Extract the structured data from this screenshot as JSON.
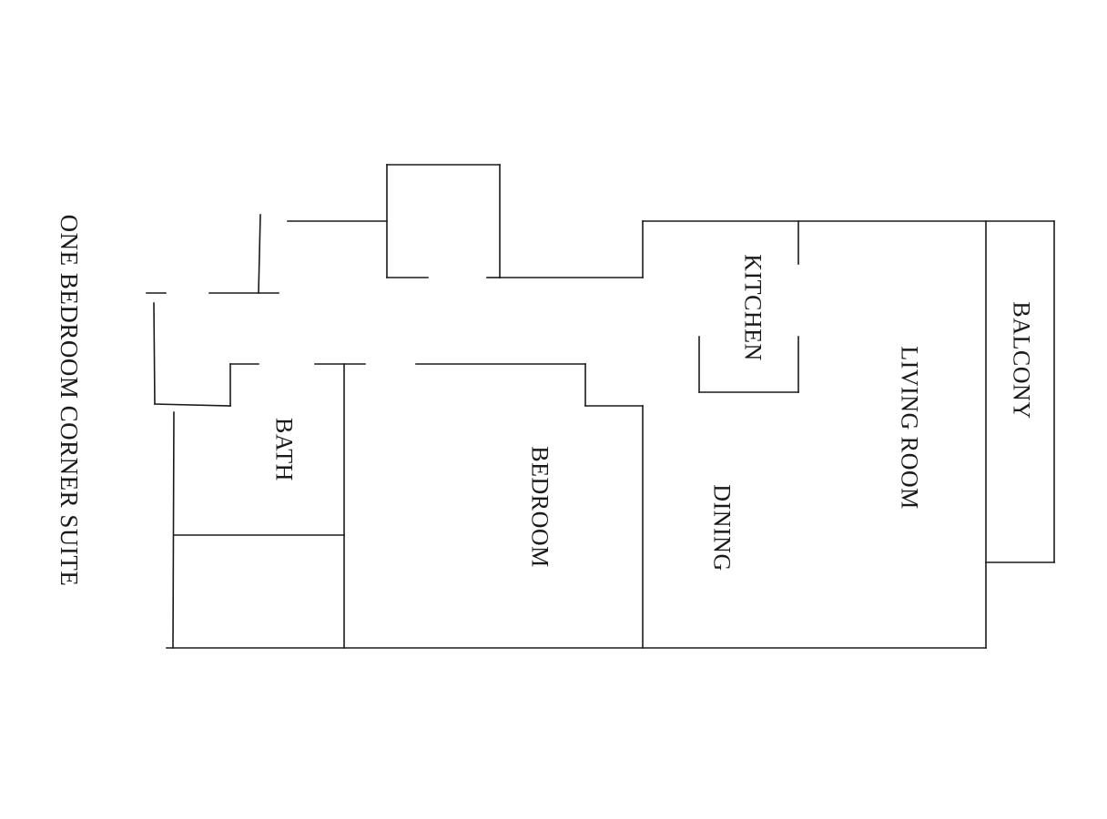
{
  "title": "ONE BEDROOM CORNER SUITE",
  "rooms": {
    "kitchen": "KITCHEN",
    "living_room": "LIVING ROOM",
    "balcony": "BALCONY",
    "bath": "BATH",
    "bedroom": "BEDROOM",
    "dining": "DINING"
  }
}
